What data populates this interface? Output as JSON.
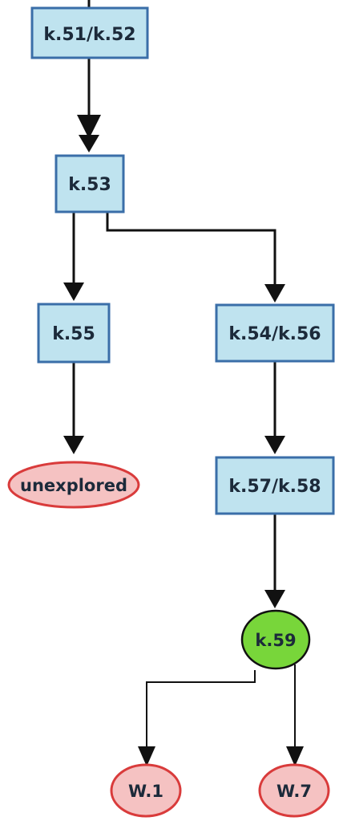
{
  "nodes": {
    "k51_52": "k.51/k.52",
    "k53": "k.53",
    "k55": "k.55",
    "k54_56": "k.54/k.56",
    "unexplored": "unexplored",
    "k57_58": "k.57/k.58",
    "k59": "k.59",
    "w1": "W.1",
    "w7": "W.7"
  },
  "colors": {
    "box_fill": "#bfe3ef",
    "box_border": "#3a6ea8",
    "terminal_fill": "#f5c2c2",
    "terminal_border": "#d93b3b",
    "highlight_fill": "#78d63a",
    "edge": "#111111"
  }
}
